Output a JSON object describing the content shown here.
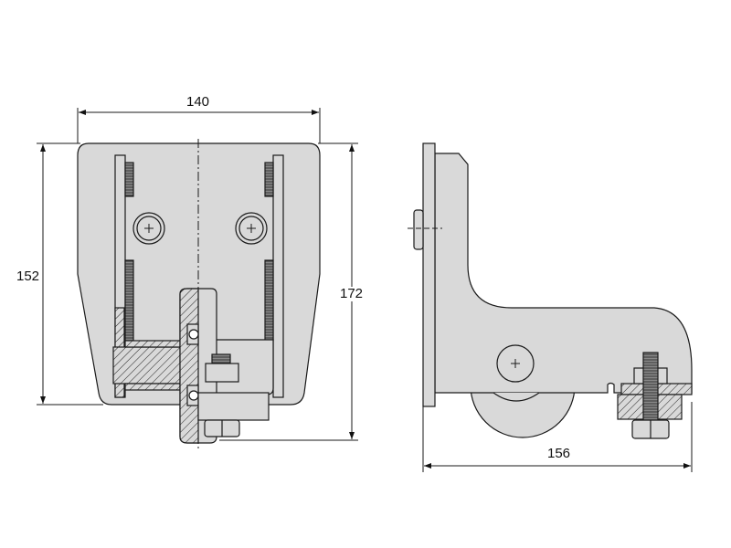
{
  "drawing": {
    "front_view": {
      "width_dimension": "140",
      "height_dimension": "152",
      "overall_height_dimension": "172"
    },
    "side_view": {
      "depth_dimension": "156"
    }
  },
  "colors": {
    "part_fill": "#d9d9d9",
    "line": "#1a1a1a",
    "background": "#ffffff"
  }
}
